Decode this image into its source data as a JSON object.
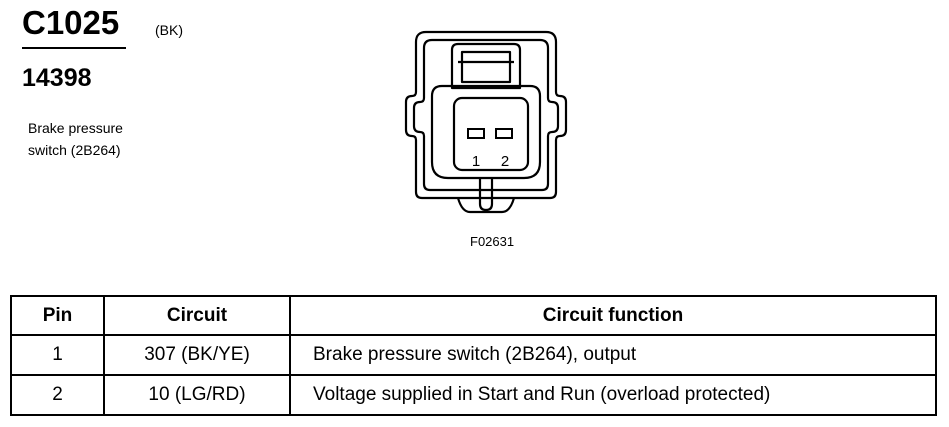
{
  "connector": {
    "id": "C1025",
    "color_code": "(BK)",
    "part_number": "14398",
    "description_line1": "Brake pressure",
    "description_line2": "switch (2B264)",
    "figure_id": "F02631",
    "pin_labels": [
      "1",
      "2"
    ]
  },
  "table": {
    "headers": {
      "pin": "Pin",
      "circuit": "Circuit",
      "function": "Circuit function"
    },
    "rows": [
      {
        "pin": "1",
        "circuit": "307 (BK/YE)",
        "function": "Brake pressure switch (2B264), output"
      },
      {
        "pin": "2",
        "circuit": "10 (LG/RD)",
        "function": "Voltage supplied in Start and Run (overload protected)"
      }
    ]
  }
}
